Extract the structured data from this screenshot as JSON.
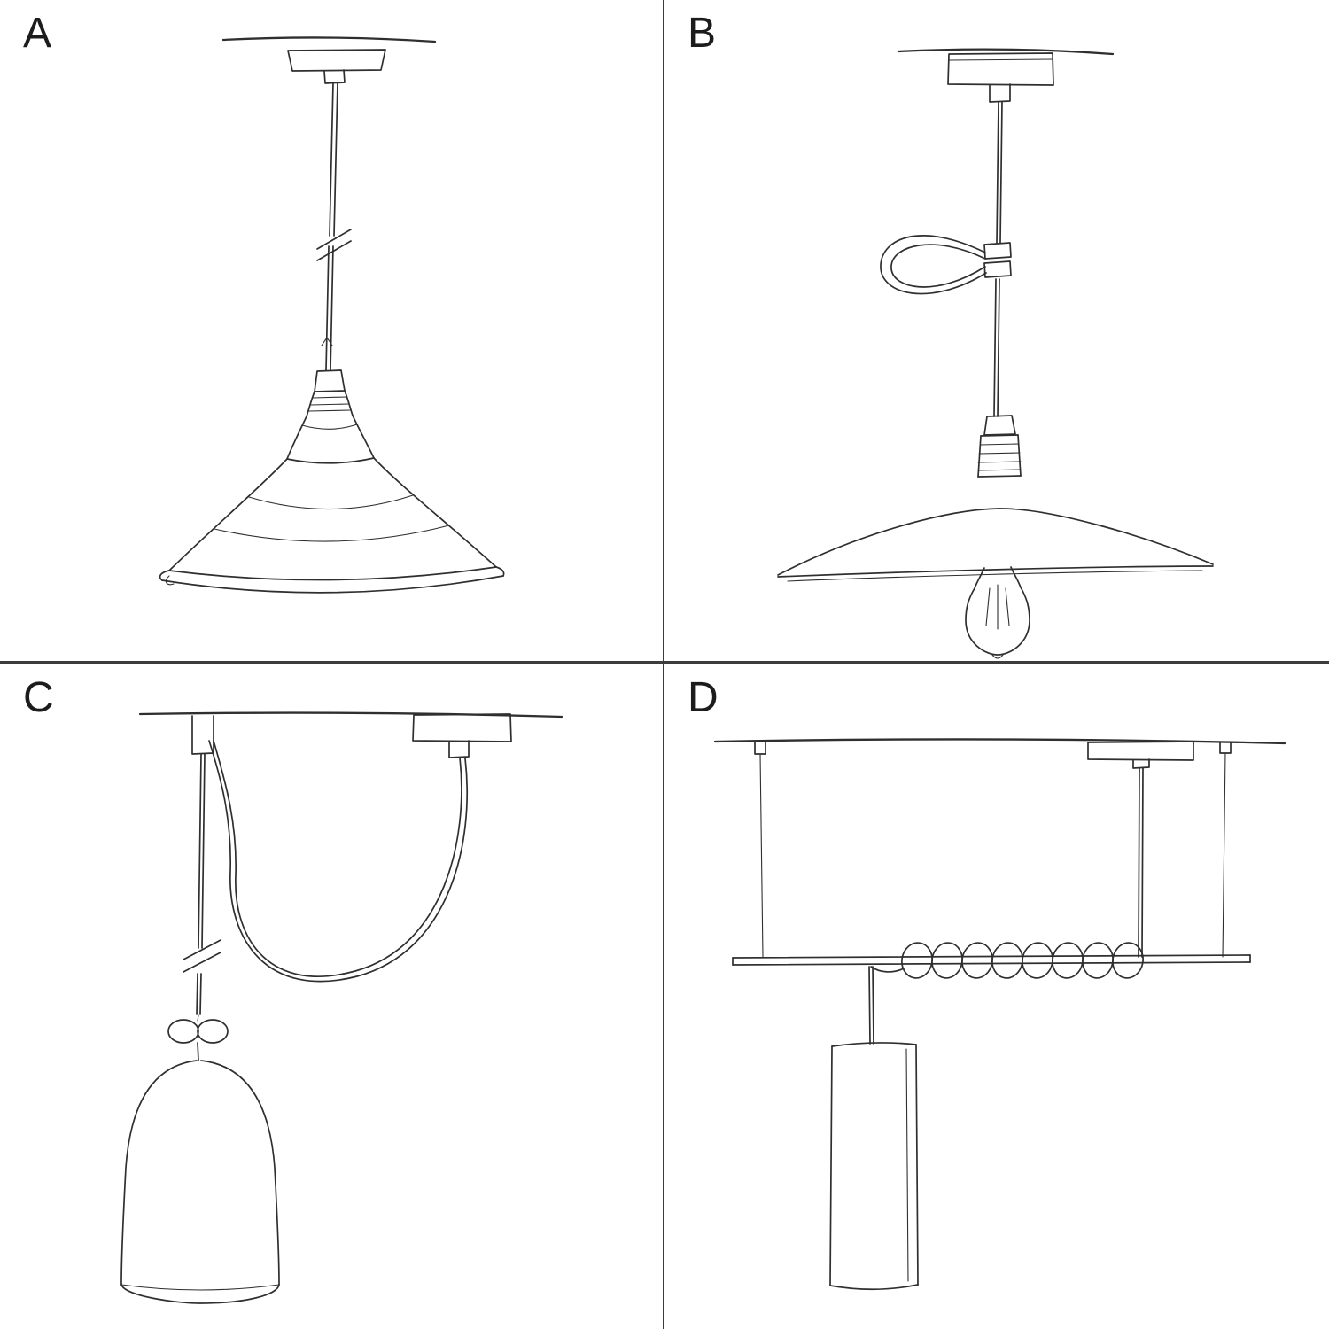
{
  "colors": {
    "background": "#ffffff",
    "ink": "#2f2f2f",
    "divider": "#3c3c3c",
    "label": "#1c1c1c"
  },
  "panels": [
    {
      "label": "A"
    },
    {
      "label": "B"
    },
    {
      "label": "C"
    },
    {
      "label": "D"
    }
  ]
}
